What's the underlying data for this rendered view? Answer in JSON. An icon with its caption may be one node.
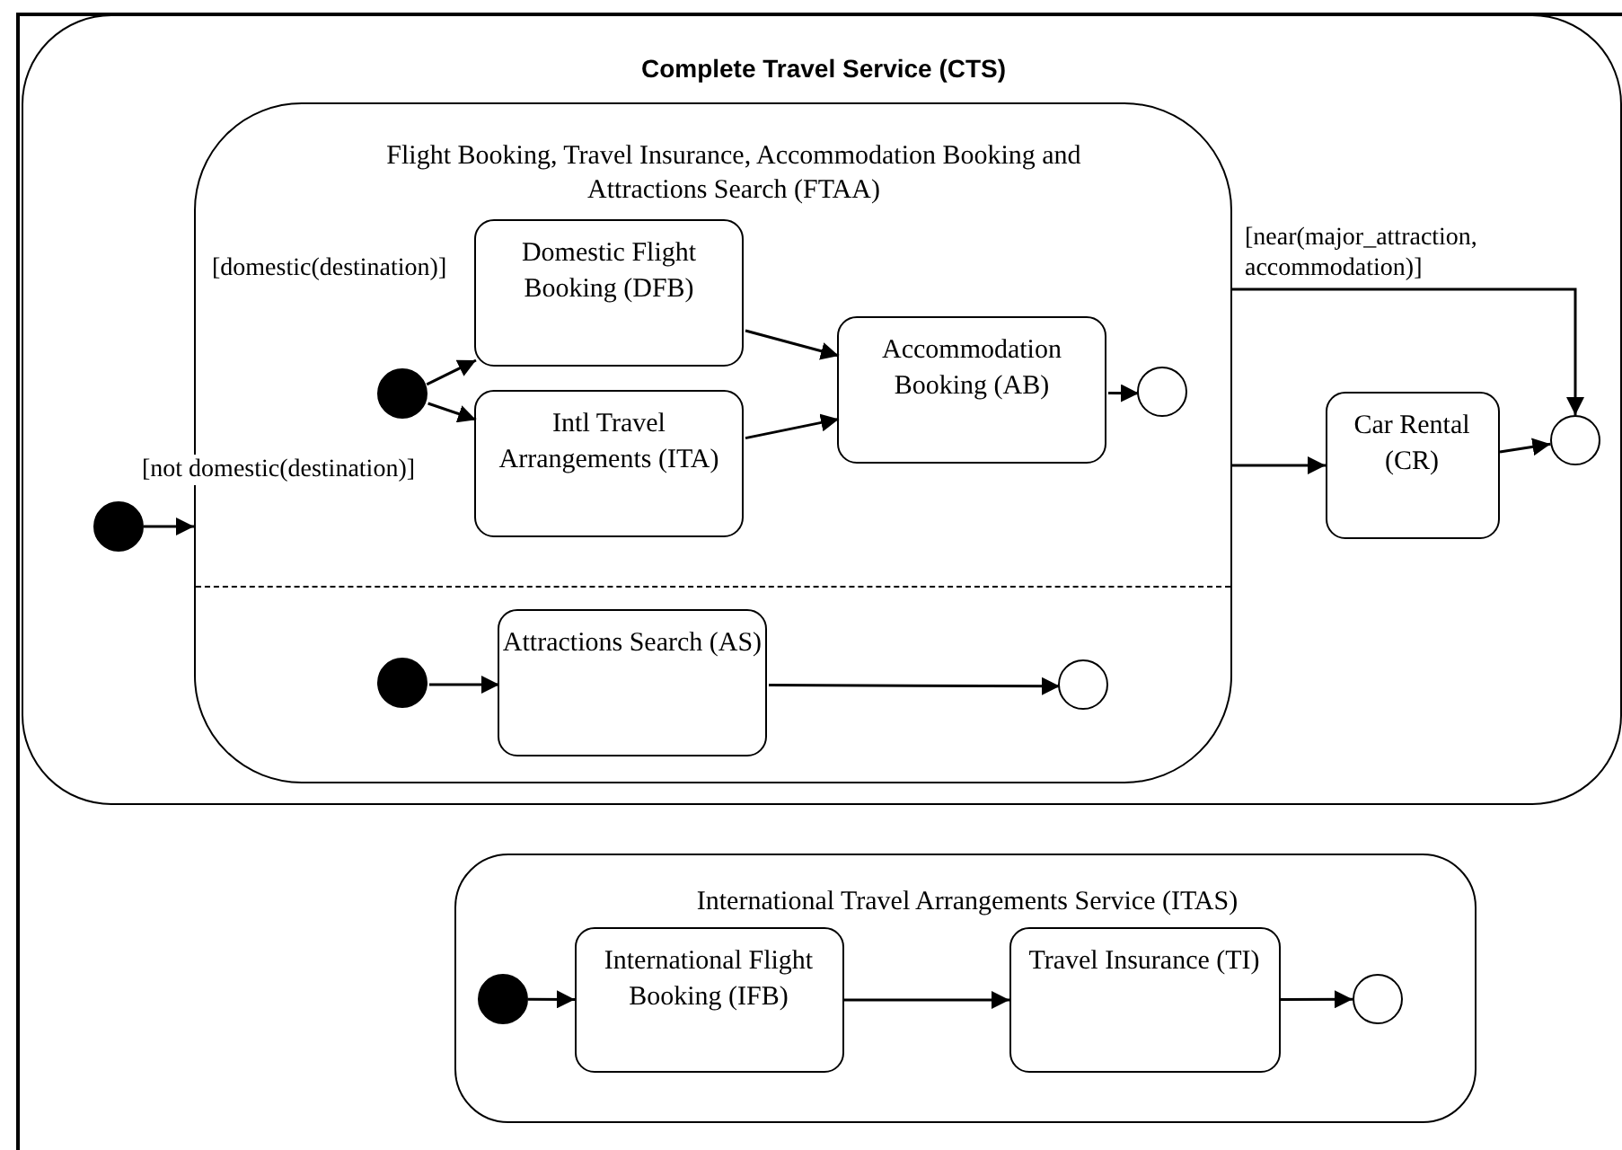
{
  "diagram": {
    "nodes": [
      {
        "text": [
          "Complete Travel Service (CTS)"
        ]
      },
      {
        "text": [
          "Flight Booking, Travel Insurance, Accommodation Booking and Attractions Search (FTAA)"
        ],
        "in": 0
      },
      {
        "text": [],
        "shape": "dot",
        "in": 1
      },
      {
        "text": [
          "Domestic Flight Booking (DFB)"
        ],
        "in": 1
      },
      {
        "text": [
          "Intl Travel Arrangements (ITA)"
        ],
        "in": 1
      },
      {
        "text": [
          "Accommodation Booking (AB)"
        ],
        "in": 1
      },
      {
        "text": [],
        "shape": "circle",
        "in": 1
      },
      {
        "text": [],
        "shape": "dot",
        "in": 1
      },
      {
        "text": [
          "Attractions Search (AS)"
        ],
        "in": 1
      },
      {
        "text": [],
        "shape": "circle",
        "in": 1
      },
      {
        "text": [],
        "shape": "dot",
        "in": 0
      },
      {
        "text": [
          "Car Rental (CR)"
        ],
        "in": 0
      },
      {
        "text": [],
        "shape": "circle",
        "in": 0
      },
      {
        "text": [
          "International Travel Arrangements Service (ITAS)"
        ]
      },
      {
        "text": [],
        "shape": "dot",
        "in": 13
      },
      {
        "text": [
          "International Flight Booking (IFB)"
        ],
        "in": 13
      },
      {
        "text": [
          "Travel Insurance (TI)"
        ],
        "in": 13
      },
      {
        "text": [],
        "shape": "circle",
        "in": 13
      }
    ],
    "edges": [
      {
        "from": 10,
        "to": 1,
        "arrow": "to"
      },
      {
        "from": 2,
        "to": 3,
        "arrow": "to",
        "label": "[domestic(destination)]"
      },
      {
        "from": 2,
        "to": 4,
        "arrow": "to",
        "label": "[not domestic(destination)]"
      },
      {
        "from": 3,
        "to": 5,
        "arrow": "to"
      },
      {
        "from": 4,
        "to": 5,
        "arrow": "to"
      },
      {
        "from": 5,
        "to": 6,
        "arrow": "to"
      },
      {
        "from": 7,
        "to": 8,
        "arrow": "to"
      },
      {
        "from": 8,
        "to": 9,
        "arrow": "to"
      },
      {
        "from": 1,
        "to": 12,
        "arrow": "to",
        "label": "[near(major_attraction, accommodation)]"
      },
      {
        "from": 1,
        "to": 11,
        "arrow": "to"
      },
      {
        "from": 11,
        "to": 12,
        "arrow": "to"
      },
      {
        "from": 14,
        "to": 15,
        "arrow": "to"
      },
      {
        "from": 15,
        "to": 16,
        "arrow": "to"
      },
      {
        "from": 16,
        "to": 17,
        "arrow": "to"
      }
    ]
  }
}
